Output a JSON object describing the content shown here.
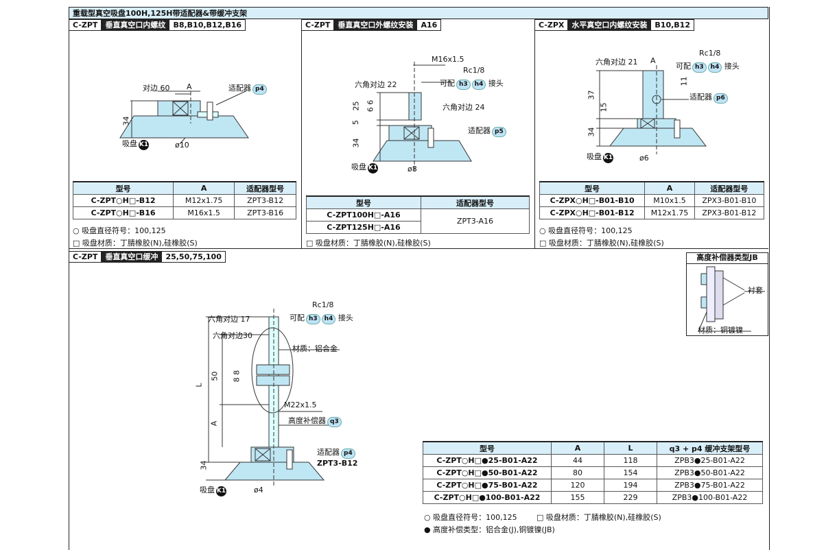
{
  "main_title": "重载型真空吸盘100H,125H带适配器&带缓冲支架",
  "sections": {
    "s1": {
      "code": "C-ZPT",
      "title": "垂直真空口内螺纹",
      "sizes": "B8,B10,B12,B16"
    },
    "s2": {
      "code": "C-ZPT",
      "title": "垂直真空口外螺纹安装",
      "sizes": "A16"
    },
    "s3": {
      "code": "C-ZPX",
      "title": "水平真空口内螺纹安装",
      "sizes": "B10,B12"
    },
    "s4": {
      "code": "C-ZPT",
      "title": "垂直真空口缓冲",
      "sizes": "25,50,75,100"
    },
    "jb": {
      "title": "高度补偿器类型JB",
      "bushing": "衬套",
      "material": "材质：铜镀镍"
    }
  },
  "diagram1": {
    "hex": "对边 60",
    "a": "A",
    "adapter": "适配器",
    "adapter_badge": "p4",
    "dim_34": "34",
    "pad": "吸盘",
    "pad_badge": "K1",
    "dia": "ø10"
  },
  "diagram2": {
    "thread": "M16x1.5",
    "rc": "Rc1/8",
    "fit": "可配",
    "h3": "h3",
    "h4": "h4",
    "joint": "接头",
    "hex22": "六角对边 22",
    "hex24": "六角对边 24",
    "adapter": "适配器",
    "adapter_badge": "p5",
    "d25": "25",
    "d66": "6 6",
    "d5": "5",
    "d34": "34",
    "pad": "吸盘",
    "pad_badge": "K1",
    "dia": "ø8"
  },
  "diagram3": {
    "hex": "六角对边 21",
    "a": "A",
    "rc": "Rc1/8",
    "fit": "可配",
    "h3": "h3",
    "h4": "h4",
    "joint": "接头",
    "d11": "11",
    "adapter": "适配器",
    "adapter_badge": "p6",
    "d37": "37",
    "d15": "15",
    "d34": "34",
    "pad": "吸盘",
    "pad_badge": "K1",
    "dia": "ø6"
  },
  "diagram4": {
    "hex17": "六角对边 17",
    "rc": "Rc1/8",
    "fit": "可配",
    "h3": "h3",
    "h4": "h4",
    "joint": "接头",
    "hex30": "六角对边30",
    "material": "材质：铝合金",
    "d50": "50",
    "d88": "8 8",
    "L": "L",
    "m22": "M22x1.5",
    "A": "A",
    "comp": "高度补偿器",
    "comp_badge": "q3",
    "adapter": "适配器",
    "adapter_badge": "p4",
    "zpt": "ZPT3-B12",
    "d34": "34",
    "pad": "吸盘",
    "pad_badge": "K1",
    "dia": "ø4"
  },
  "table1": {
    "headers": [
      "型号",
      "A",
      "适配器型号"
    ],
    "rows": [
      [
        "C-ZPT○H□-B12",
        "M12x1.75",
        "ZPT3-B12"
      ],
      [
        "C-ZPT○H□-B16",
        "M16x1.5",
        "ZPT3-B16"
      ]
    ],
    "note1": "○ 吸盘直径符号：100,125",
    "note2": "□ 吸盘材质：丁腈橡胶(N),硅橡胶(S)"
  },
  "table2": {
    "headers": [
      "型号",
      "适配器型号"
    ],
    "rows": [
      [
        "C-ZPT100H□-A16"
      ],
      [
        "C-ZPT125H□-A16"
      ]
    ],
    "adapter": "ZPT3-A16",
    "note": "□ 吸盘材质：丁腈橡胶(N),硅橡胶(S)"
  },
  "table3": {
    "headers": [
      "型号",
      "A",
      "适配器型号"
    ],
    "rows": [
      [
        "C-ZPX○H□-B01-B10",
        "M10x1.5",
        "ZPX3-B01-B10"
      ],
      [
        "C-ZPX○H□-B01-B12",
        "M12x1.75",
        "ZPX3-B01-B12"
      ]
    ],
    "note1": "○ 吸盘直径符号：100,125",
    "note2": "□ 吸盘材质：丁腈橡胶(N),硅橡胶(S)"
  },
  "table4": {
    "headers": [
      "型号",
      "A",
      "L",
      "q3 + p4 缓冲支架型号"
    ],
    "rows": [
      [
        "C-ZPT○H□●25-B01-A22",
        "44",
        "118",
        "ZPB3●25-B01-A22"
      ],
      [
        "C-ZPT○H□●50-B01-A22",
        "80",
        "154",
        "ZPB3●50-B01-A22"
      ],
      [
        "C-ZPT○H□●75-B01-A22",
        "120",
        "194",
        "ZPB3●75-B01-A22"
      ],
      [
        "C-ZPT○H□●100-B01-A22",
        "155",
        "229",
        "ZPB3●100-B01-A22"
      ]
    ],
    "note1": "○ 吸盘直径符号：100,125",
    "note2": "□ 吸盘材质：丁腈橡胶(N),硅橡胶(S)",
    "note3": "● 高度补偿类型：铝合金(J),铜镀镍(JB)"
  }
}
